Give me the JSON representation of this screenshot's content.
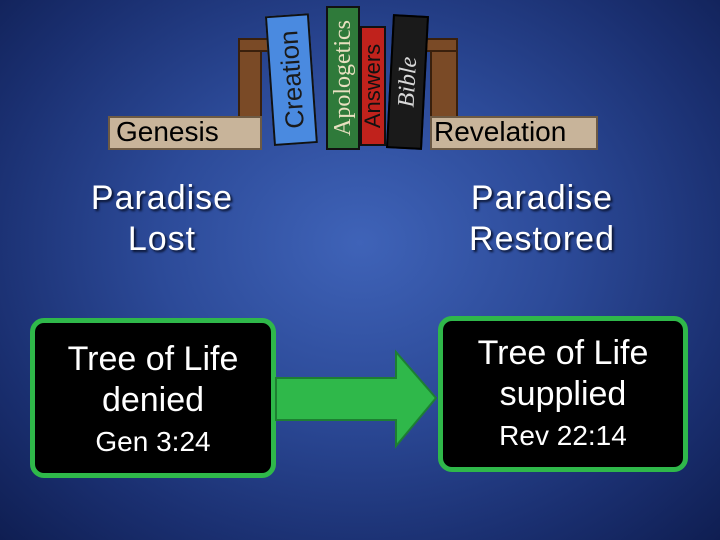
{
  "shelf": {
    "left_label": "Genesis",
    "right_label": "Revelation",
    "books": [
      {
        "label": "Creation",
        "color": "#4a8ae0"
      },
      {
        "label": "Apologetics",
        "color": "#2f7a3a"
      },
      {
        "label": "Answers",
        "color": "#c0221c"
      },
      {
        "label": "Bible",
        "color": "#1a1a1a"
      }
    ]
  },
  "left": {
    "heading_line1": "Paradise",
    "heading_line2": "Lost",
    "box_line1": "Tree of Life",
    "box_line2": "denied",
    "reference": "Gen 3:24"
  },
  "right": {
    "heading_line1": "Paradise",
    "heading_line2": "Restored",
    "box_line1": "Tree of Life",
    "box_line2": "supplied",
    "reference": "Rev 22:14"
  },
  "colors": {
    "arrow": "#2fb84a",
    "box_border": "#2fb84a",
    "shelf_tan": "#c8b49a",
    "shelf_wood": "#7a4a26"
  }
}
